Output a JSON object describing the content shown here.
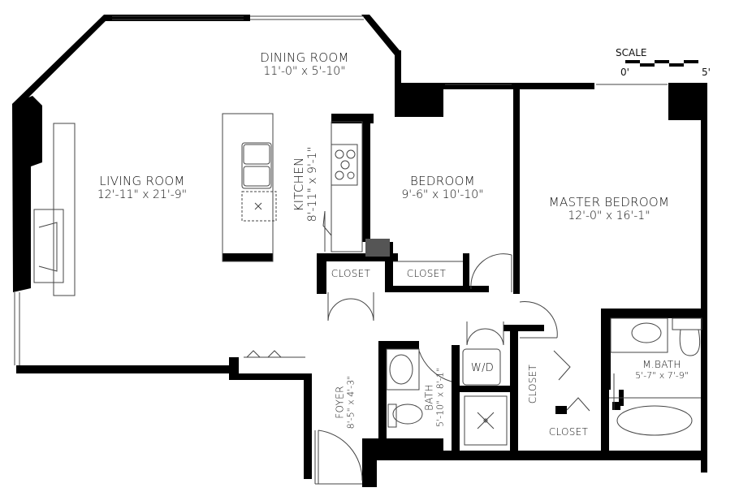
{
  "scale": {
    "label": "SCALE",
    "start": "0'",
    "end": "5'"
  },
  "rooms": {
    "dining": {
      "name": "DINING ROOM",
      "dims": "11'-0\" x 5'-10\""
    },
    "living": {
      "name": "LIVING ROOM",
      "dims": "12'-11\" x 21'-9\""
    },
    "kitchen": {
      "name": "KITCHEN",
      "dims": "8'-11\" x 9'-1\""
    },
    "bedroom": {
      "name": "BEDROOM",
      "dims": "9'-6\" x 10'-10\""
    },
    "master": {
      "name": "MASTER BEDROOM",
      "dims": "12'-0\" x 16'-1\""
    },
    "closet1": {
      "name": "CLOSET"
    },
    "closet2": {
      "name": "CLOSET"
    },
    "closet3": {
      "name": "CLOSET"
    },
    "closet4": {
      "name": "CLOSET"
    },
    "wd": {
      "name": "W/D"
    },
    "bath": {
      "name": "BATH",
      "dims": "5'-10\" x 8'-1\""
    },
    "mbath": {
      "name": "M.BATH",
      "dims": "5'-7\" x 7'-9\""
    },
    "foyer": {
      "name": "FOYER",
      "dims": "8'-5\" x 4'-3\""
    }
  }
}
